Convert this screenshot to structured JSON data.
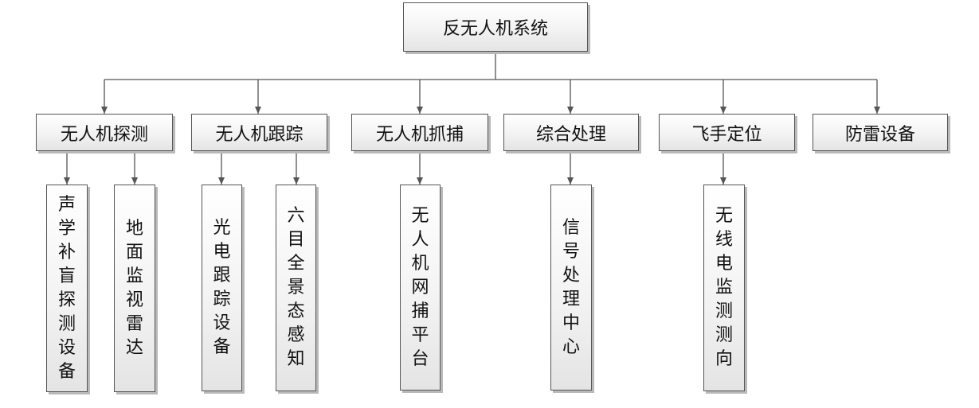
{
  "diagram": {
    "root": {
      "label": "反无人机系统"
    },
    "branches": [
      {
        "label": "无人机探测",
        "children": [
          "声学补盲探测设备",
          "地面监视雷达"
        ]
      },
      {
        "label": "无人机跟踪",
        "children": [
          "光电跟踪设备",
          "六目全景态感知"
        ]
      },
      {
        "label": "无人机抓捕",
        "children": [
          "无人机网捕平台"
        ]
      },
      {
        "label": "综合处理",
        "children": [
          "信号处理中心"
        ]
      },
      {
        "label": "飞手定位",
        "children": [
          "无线电监测测向"
        ]
      },
      {
        "label": "防雷设备",
        "children": []
      }
    ]
  }
}
